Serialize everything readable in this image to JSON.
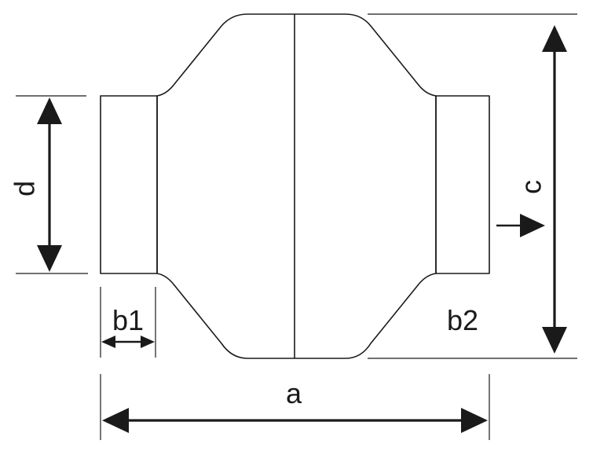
{
  "diagram": {
    "labels": {
      "a": "a",
      "b1": "b1",
      "b2": "b2",
      "c": "c",
      "d": "d"
    },
    "colors": {
      "stroke": "#1a1a1a",
      "background": "#ffffff"
    }
  }
}
